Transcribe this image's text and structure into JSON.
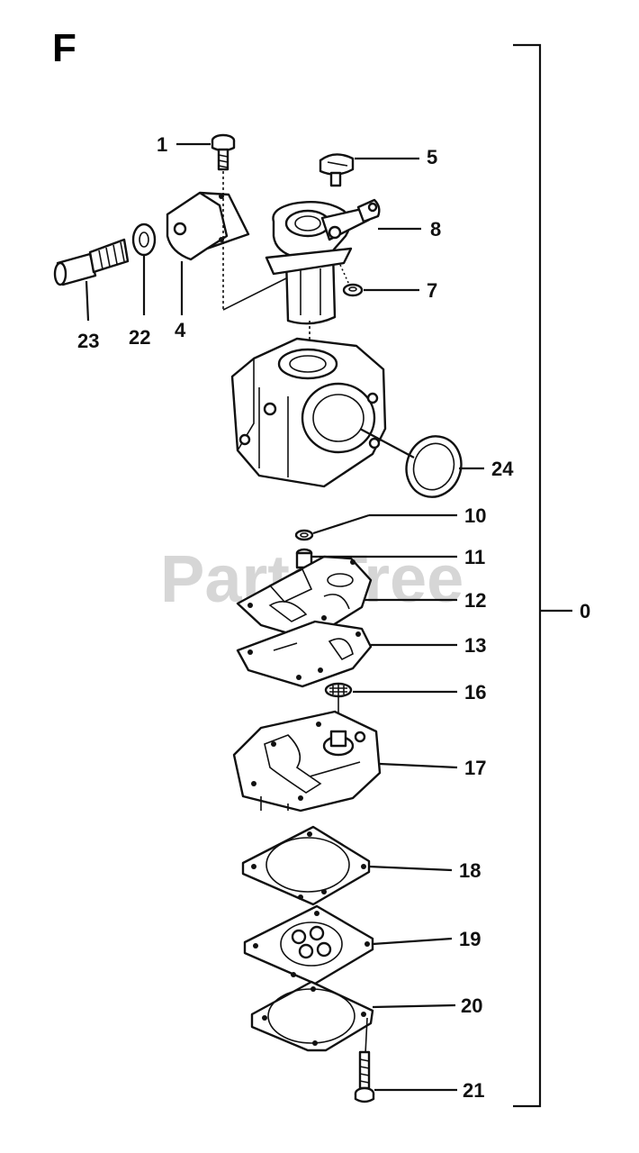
{
  "diagram": {
    "section_letter": "F",
    "watermark": "PartsTree",
    "assembly_label": "0",
    "parts": [
      {
        "id": "p1",
        "label": "1"
      },
      {
        "id": "p5",
        "label": "5"
      },
      {
        "id": "p8",
        "label": "8"
      },
      {
        "id": "p7",
        "label": "7"
      },
      {
        "id": "p23",
        "label": "23"
      },
      {
        "id": "p22",
        "label": "22"
      },
      {
        "id": "p4",
        "label": "4"
      },
      {
        "id": "p24",
        "label": "24"
      },
      {
        "id": "p10",
        "label": "10"
      },
      {
        "id": "p11",
        "label": "11"
      },
      {
        "id": "p12",
        "label": "12"
      },
      {
        "id": "p13",
        "label": "13"
      },
      {
        "id": "p16",
        "label": "16"
      },
      {
        "id": "p17",
        "label": "17"
      },
      {
        "id": "p18",
        "label": "18"
      },
      {
        "id": "p19",
        "label": "19"
      },
      {
        "id": "p20",
        "label": "20"
      },
      {
        "id": "p21",
        "label": "21"
      }
    ]
  }
}
